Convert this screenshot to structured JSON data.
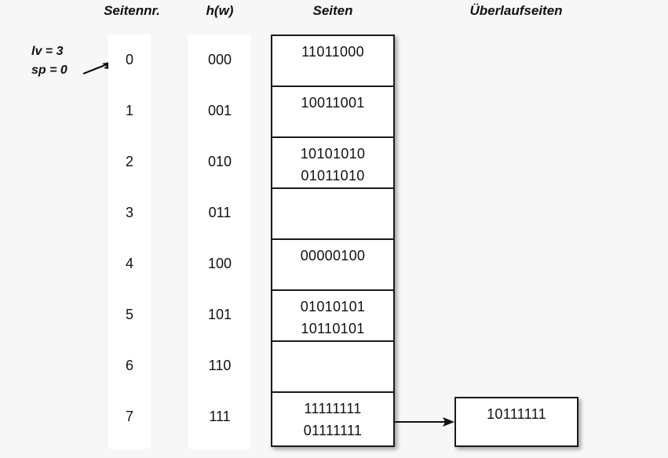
{
  "headers": {
    "seitennr": "Seitennr.",
    "hw": "h(w)",
    "seiten": "Seiten",
    "ueberlaufseiten": "Überlaufseiten"
  },
  "annotation": {
    "lv": "lv = 3",
    "sp": "sp = 0",
    "arrow_icon": "arrow-pointer-icon"
  },
  "rows": [
    {
      "seitennr": "0",
      "hw": "000",
      "entries": [
        "11011000"
      ]
    },
    {
      "seitennr": "1",
      "hw": "001",
      "entries": [
        "10011001"
      ]
    },
    {
      "seitennr": "2",
      "hw": "010",
      "entries": [
        "10101010",
        "01011010"
      ]
    },
    {
      "seitennr": "3",
      "hw": "011",
      "entries": []
    },
    {
      "seitennr": "4",
      "hw": "100",
      "entries": [
        "00000100"
      ]
    },
    {
      "seitennr": "5",
      "hw": "101",
      "entries": [
        "01010101",
        "10110101"
      ]
    },
    {
      "seitennr": "6",
      "hw": "110",
      "entries": []
    },
    {
      "seitennr": "7",
      "hw": "111",
      "entries": [
        "11111111",
        "01111111"
      ]
    }
  ],
  "overflow": {
    "entries": [
      "10111111"
    ],
    "arrow_icon": "arrow-right-icon",
    "from_row": "7"
  },
  "colors": {
    "background": "#f7f7f7",
    "cell_background": "#ffffff",
    "border": "#1a1a1a",
    "text": "#111111"
  }
}
